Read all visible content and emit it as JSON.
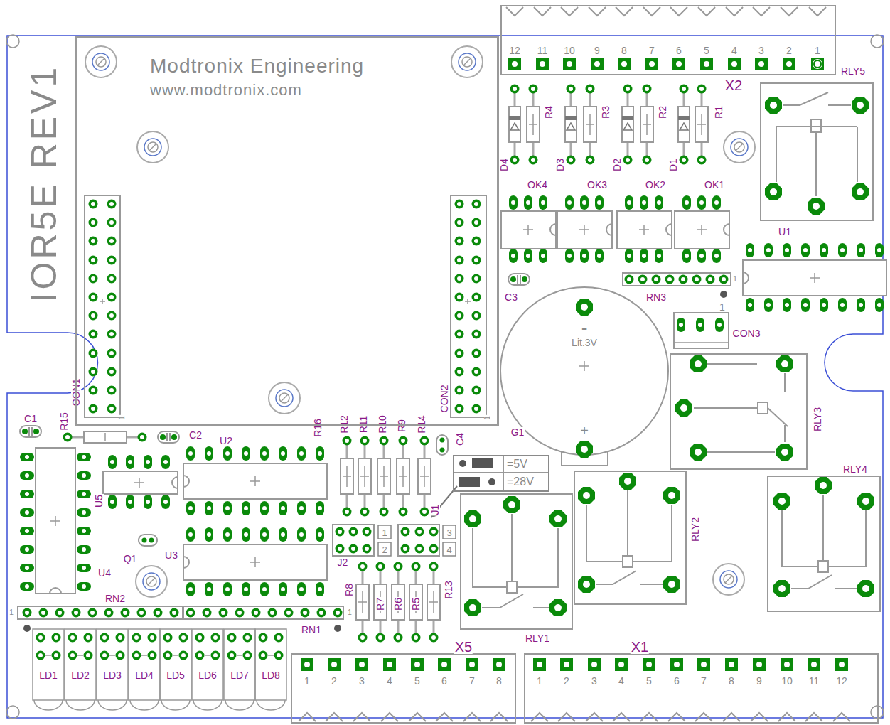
{
  "diagram": {
    "nodes": [
      {
        "text": [
          "Modtronix Engineering",
          "www.modtronix.com"
        ]
      },
      {
        "text": [
          "=5V",
          "=28V"
        ]
      }
    ],
    "labels": [
      "IOR5E REV1",
      "12",
      "11",
      "10",
      "9",
      "8",
      "7",
      "6",
      "5",
      "4",
      "3",
      "2",
      "1",
      "X2",
      "RLY5",
      "R4",
      "R3",
      "R2",
      "R1",
      "D4",
      "D3",
      "D2",
      "D1",
      "OK4",
      "OK3",
      "OK2",
      "OK1",
      "U1",
      "C3",
      "RN3",
      "1",
      "1",
      "CON3",
      "-",
      "Lit.3V",
      "+",
      "G1",
      "RLY3",
      "RLY4",
      "RLY2",
      "RLY1",
      "X1",
      "1",
      "2",
      "3",
      "4",
      "5",
      "6",
      "7",
      "8",
      "9",
      "10",
      "11",
      "12",
      "X5",
      "1",
      "2",
      "3",
      "4",
      "5",
      "6",
      "7",
      "8",
      "LD1",
      "LD2",
      "LD3",
      "LD4",
      "LD5",
      "LD6",
      "LD7",
      "LD8",
      "RN2",
      "RN1",
      "1",
      "1",
      "U4",
      "U3",
      "Q1",
      "U5",
      "U2",
      "C1",
      "R15",
      "CON1",
      "1",
      "C2",
      "R16",
      "R12",
      "R11",
      "R10",
      "R9",
      "R14",
      "C4",
      "CON2",
      "1",
      "J1",
      "J2",
      "1",
      "2",
      "3",
      "4",
      "R8",
      "R7",
      "R6",
      "R5",
      "R13"
    ]
  }
}
